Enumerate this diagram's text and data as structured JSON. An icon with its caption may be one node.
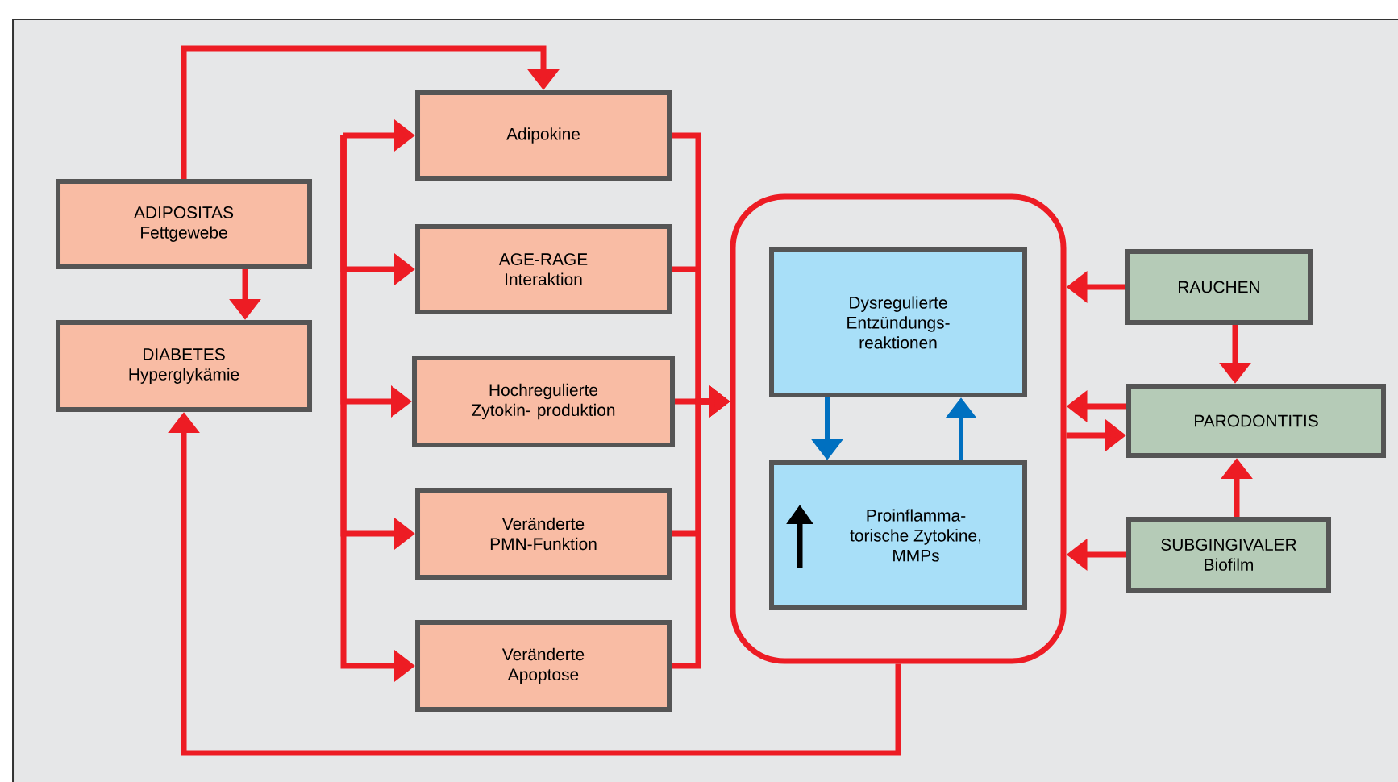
{
  "diagram": {
    "nodes": [
      {
        "text": [
          "ADIPOSITAS",
          "Fettgewebe"
        ]
      },
      {
        "text": [
          "DIABETES",
          "Hyperglykämie"
        ]
      },
      {
        "text": [
          "Adipokine"
        ]
      },
      {
        "text": [
          "AGE-RAGE Interaktion"
        ]
      },
      {
        "text": [
          "Hochregulierte Zytokin- produktion"
        ]
      },
      {
        "text": [
          "Veränderte PMN-Funktion"
        ]
      },
      {
        "text": [
          "Veränderte Apoptose"
        ]
      },
      {
        "text": [],
        "shape": "box"
      },
      {
        "text": [
          "Dysregulierte Entzündungs- reaktionen"
        ],
        "in": 7
      },
      {
        "text": [
          "Proinflamma- torische Zytokine, MMPs"
        ],
        "in": 7
      },
      {
        "text": [
          "RAUCHEN"
        ]
      },
      {
        "text": [
          "PARODONTITIS"
        ]
      },
      {
        "text": [
          "SUBGINGIVALER",
          "Biofilm"
        ]
      }
    ],
    "edges": [
      {
        "from": 0,
        "to": 2,
        "arrow": "to"
      },
      {
        "from": 0,
        "to": 1,
        "arrow": "to"
      },
      {
        "from": null,
        "to": 2,
        "arrow": "to"
      },
      {
        "from": null,
        "to": 3,
        "arrow": "to"
      },
      {
        "from": null,
        "to": 4,
        "arrow": "to"
      },
      {
        "from": null,
        "to": 5,
        "arrow": "to"
      },
      {
        "from": null,
        "to": 6,
        "arrow": "to"
      },
      {
        "from": 2,
        "to": 7,
        "arrow": "to"
      },
      {
        "from": 3,
        "to": 7,
        "arrow": "to"
      },
      {
        "from": 4,
        "to": 7,
        "arrow": "to"
      },
      {
        "from": 5,
        "to": 7,
        "arrow": "to"
      },
      {
        "from": 6,
        "to": 7,
        "arrow": "to"
      },
      {
        "from": 7,
        "to": 1,
        "arrow": "to"
      },
      {
        "from": 8,
        "to": 9,
        "arrow": "to",
        "color": "#0070c0"
      },
      {
        "from": 9,
        "to": 8,
        "arrow": "to",
        "color": "#0070c0"
      },
      {
        "from": 10,
        "to": 7,
        "arrow": "to"
      },
      {
        "from": 10,
        "to": 11,
        "arrow": "to"
      },
      {
        "from": 11,
        "to": 7,
        "arrow": "to"
      },
      {
        "from": 7,
        "to": 11,
        "arrow": "to"
      },
      {
        "from": 12,
        "to": 7,
        "arrow": "to"
      },
      {
        "from": 12,
        "to": 11,
        "arrow": "to"
      }
    ]
  }
}
